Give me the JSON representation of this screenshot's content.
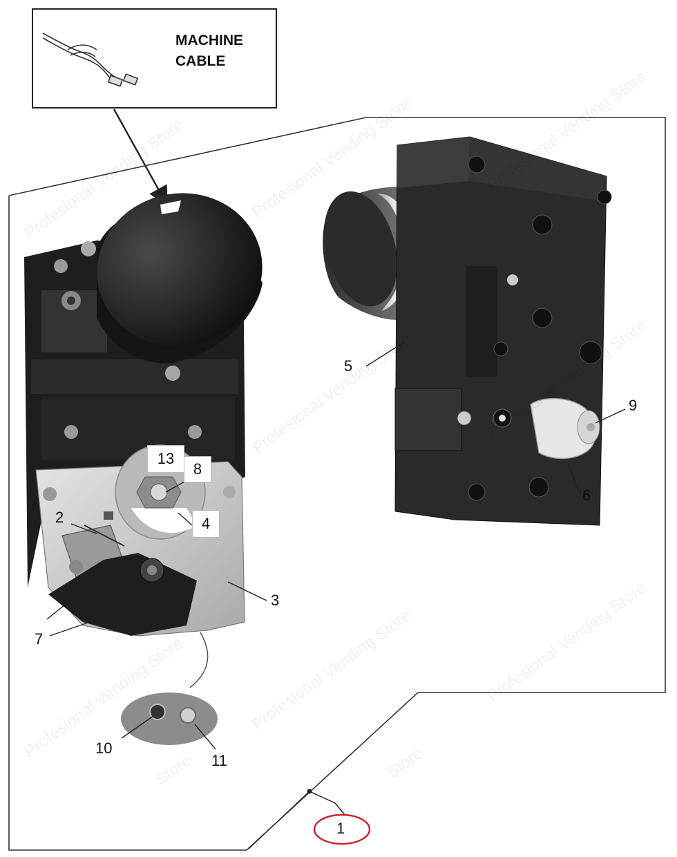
{
  "callout": {
    "title_line1": "MACHINE",
    "title_line2": "CABLE"
  },
  "labels": {
    "p1": "1",
    "p2": "2",
    "p3": "3",
    "p4": "4",
    "p5": "5",
    "p6": "6",
    "p7": "7",
    "p8": "8",
    "p9": "9",
    "p10": "10",
    "p11": "11",
    "p13": "13"
  },
  "watermark": "Profesional Vending Store",
  "watermark_fragment": "Store",
  "colors": {
    "highlight_ring": "#d0202a",
    "motor_black": "#1c1c1c",
    "bracket_silver": "#c9c9c9",
    "gear_white": "#e6e6e6"
  }
}
